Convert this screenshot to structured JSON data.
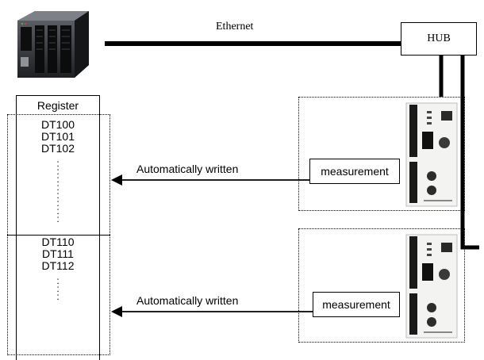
{
  "ethernet_label": "Ethernet",
  "hub_label": "HUB",
  "register": {
    "header": "Register",
    "group1": [
      "DT100",
      "DT101",
      "DT102"
    ],
    "group2": [
      "DT110",
      "DT111",
      "DT112"
    ],
    "dots": ":"
  },
  "arrows": {
    "top_label": "Automatically written",
    "bottom_label": "Automatically written"
  },
  "measurement_top": "measurement",
  "measurement_bottom": "measurement"
}
